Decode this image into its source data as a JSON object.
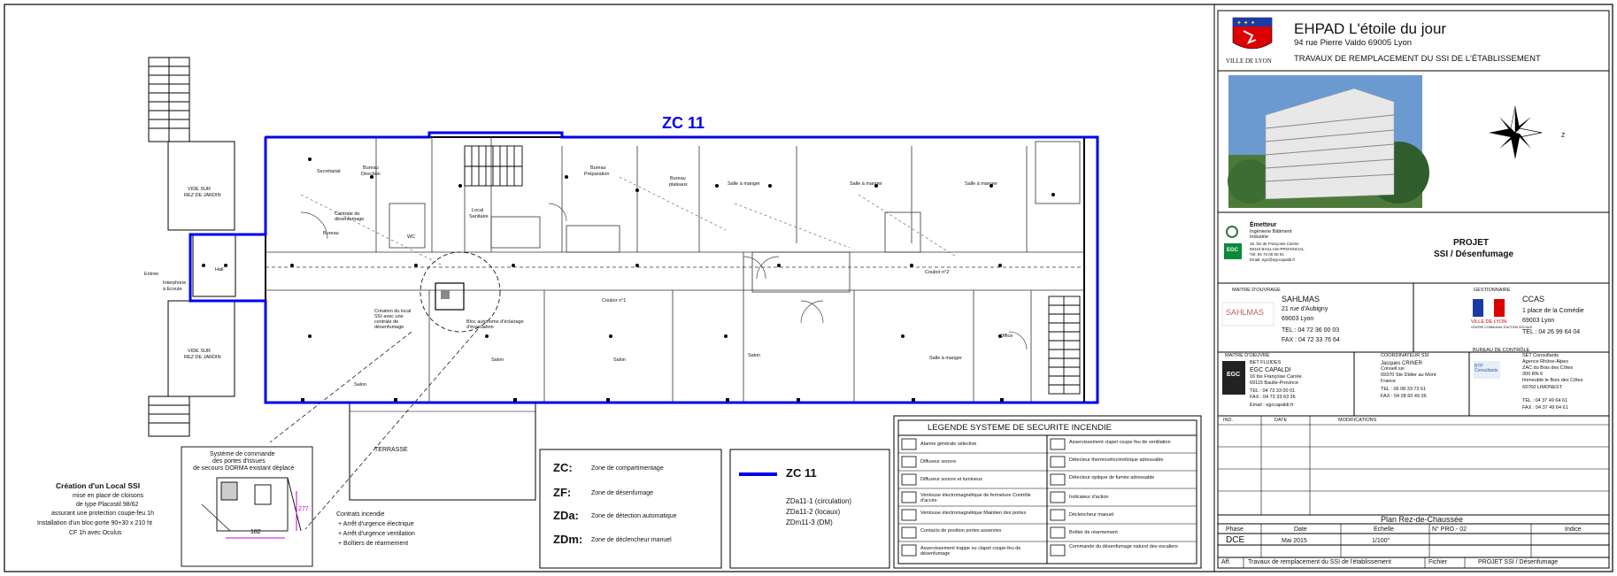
{
  "plan": {
    "zone_title": "ZC 11",
    "rooms": {
      "vide_top": [
        "VIDE SUR",
        "REZ DE JARDIN"
      ],
      "vide_bottom": [
        "VIDE SUR",
        "REZ DE JARDIN"
      ],
      "entree": "Entrée",
      "hall": "Hall",
      "interphone": [
        "Interphone",
        "à Ecoute"
      ],
      "secretariat": "Secrétariat",
      "bureau_direction": [
        "Bureau",
        "Direction"
      ],
      "bureau": "Bureau",
      "local_sante": [
        "Local",
        "Sanitaire"
      ],
      "bureau_prep": [
        "Bureau",
        "Préparation"
      ],
      "bureau_plateaux": [
        "Bureau",
        "plateaux"
      ],
      "salle_manger_1": "Salle à manger",
      "salle_manger_2": "Salle à manger",
      "salle_manger_3": "Salle à manger",
      "salle_manger_4": "Salle à manger",
      "couloir_1": "Couloir n°1",
      "couloir_2": "Couloir n°2",
      "salon_1": "Salon",
      "salon_2": "Salon",
      "salon_3": "Salon",
      "salon_4": "Salon",
      "salle_manger_bottom": "Salle à manger",
      "office": "Office",
      "terrasse": "TERRASSE",
      "wc": "WC",
      "local_ssi_note": [
        "Création du local",
        "SSI avec une",
        "centrale de",
        "désenfumage"
      ],
      "bloc_note": [
        "Bloc autonome d'éclairage",
        "d'évacuation"
      ],
      "centrale_note": [
        "Centrale de",
        "désenfumage"
      ]
    },
    "inset": {
      "title": [
        "Système de commande",
        "des portes d'issues",
        "de secours DORMA existant déplacé"
      ],
      "dim_1": "182",
      "dim_2": "277"
    }
  },
  "notes": {
    "local_ssi": [
      "Création d'un Local SSI",
      "mise en place de cloisons",
      "de type Placostil 98/62",
      "assurant une protection coupe-feu 1h",
      "Installation d'un bloc-porte 90+30 x 210 ht",
      "CF 1h avec Oculus"
    ],
    "controls": [
      "Contrats incendie",
      "+ Arrêt d'urgence électrique",
      "+ Arrêt d'urgence ventilation",
      "+ Boîtiers de réarmement"
    ]
  },
  "zones_legend": [
    {
      "code": "ZC:",
      "label": "Zone de compartimentage"
    },
    {
      "code": "ZF:",
      "label": "Zone de désenfumage"
    },
    {
      "code": "ZDa:",
      "label": "Zone de détection automatique"
    },
    {
      "code": "ZDm:",
      "label": "Zone de déclencheur manuel"
    }
  ],
  "zc_legend": {
    "title": "ZC 11",
    "items": [
      "ZDa11-1 (circulation)",
      "ZDa11-2 (locaux)",
      "ZDm11-3 (DM)"
    ]
  },
  "legend": {
    "title": "LEGENDE SYSTEME DE SECURITE INCENDIE",
    "left": [
      "Alarme générale sélective",
      "Diffuseur sonore",
      "Diffuseur sonore et lumineux",
      "Ventouse électromagnétique de fermeture Contrôle d'accès",
      "Ventouse électromagnétique Maintien des portes",
      "Contacts de position portes asservies",
      "Asservissement trappe ou clapet coupe-feu de désenfumage"
    ],
    "right": [
      "Asservissement clapet coupe feu de ventilation",
      "Détecteur thermovélocimétrique adressable",
      "Détecteur optique de fumée adressable",
      "Indicateur d'action",
      "Déclencheur manuel",
      "Boîtier de réarmement",
      "Commande du désenfumage naturel des escaliers"
    ]
  },
  "title_block": {
    "logo_text": "VILLE DE LYON",
    "project_name": "EHPAD L'étoile du jour",
    "address": "94 rue Pierre Valdo 69005 Lyon",
    "subject": "TRAVAUX DE REMPLACEMENT DU SSI DE L'ÉTABLISSEMENT",
    "north_label": "Z",
    "emitter": {
      "heading": "Émetteur",
      "lines": [
        "Ingénierie Bâtiment",
        "Industrie",
        "16, bis de Françoise Carrée",
        "69115 BAILLAIS-PROVINCIAL",
        "Tél: 04 73 00 00 01",
        "Email: egc@egccapaldi.fr"
      ],
      "logo": "EGC"
    },
    "projet": [
      "PROJET",
      "SSI / Désenfumage"
    ],
    "moa": {
      "label": "MAITRE D'OUVRAGE",
      "logo": "SAHLMAS",
      "name": "SAHLMAS",
      "lines": [
        "21 rue d'Aubigny",
        "69003 Lyon",
        "TEL : 04 72 36 00 03",
        "FAX : 04 72 33 76 64"
      ]
    },
    "gestionnaire": {
      "label": "GESTIONNAIRE",
      "logo": "VILLE DE LYON",
      "logo_sub": "CENTRE COMMUNAL D'ACTION SOCIALE",
      "name": "CCAS",
      "lines": [
        "1 place de la Comédie",
        "69003 Lyon",
        "TEL : 04 26 99 64 04"
      ]
    },
    "moe": {
      "label": "MAITRE D'OEUVRE",
      "logo": "EGC",
      "lines": [
        "BET FLUIDES",
        "EGC CAPALDI",
        "16 bis Françoise Carrée",
        "69115 Baulle-Province",
        "TEL : 04 73 33 00 01",
        "FAX : 04 73 33 63 36",
        "Email : egccapaldi.fr"
      ]
    },
    "coordinateur": {
      "label": "COORDINATEUR SSI",
      "lines": [
        "Jacques CRINER",
        "Conseil ssi",
        "69370 Ste Didier au Mont",
        "France",
        "TEL : 06 08 33 72 61",
        "FAX : 04 28 60 49 36"
      ]
    },
    "controle": {
      "label": "BUREAU DE CONTRÔLE",
      "logo": "BTP Consultants",
      "lines": [
        "SET Consultants",
        "Agence Rhône-Alpes",
        "ZAC du Bois des Côtes",
        "300 RN 6",
        "Immeuble le Bois des Côtes",
        "69760 LIMONEST",
        "TEL : 04 37 49 64 61",
        "FAX : 04 37 49 64 61"
      ]
    },
    "revisions_headers": [
      "IND.",
      "DATE",
      "MODIFICATIONS"
    ],
    "plan_title": "Plan Rez-de-Chaussée",
    "info_headers": [
      "Phase",
      "Date",
      "Echelle",
      "N° PRO - 02",
      "Indice"
    ],
    "info_values": [
      "DCE",
      "Mai 2015",
      "1/100°",
      "",
      ""
    ],
    "footer_aff_label": "Aff.",
    "footer_aff": "Travaux de remplacement du SSI de l'établissement",
    "footer_fichier_label": "Fichier",
    "footer_fichier": "PROJET SSI / Désenfumage"
  }
}
